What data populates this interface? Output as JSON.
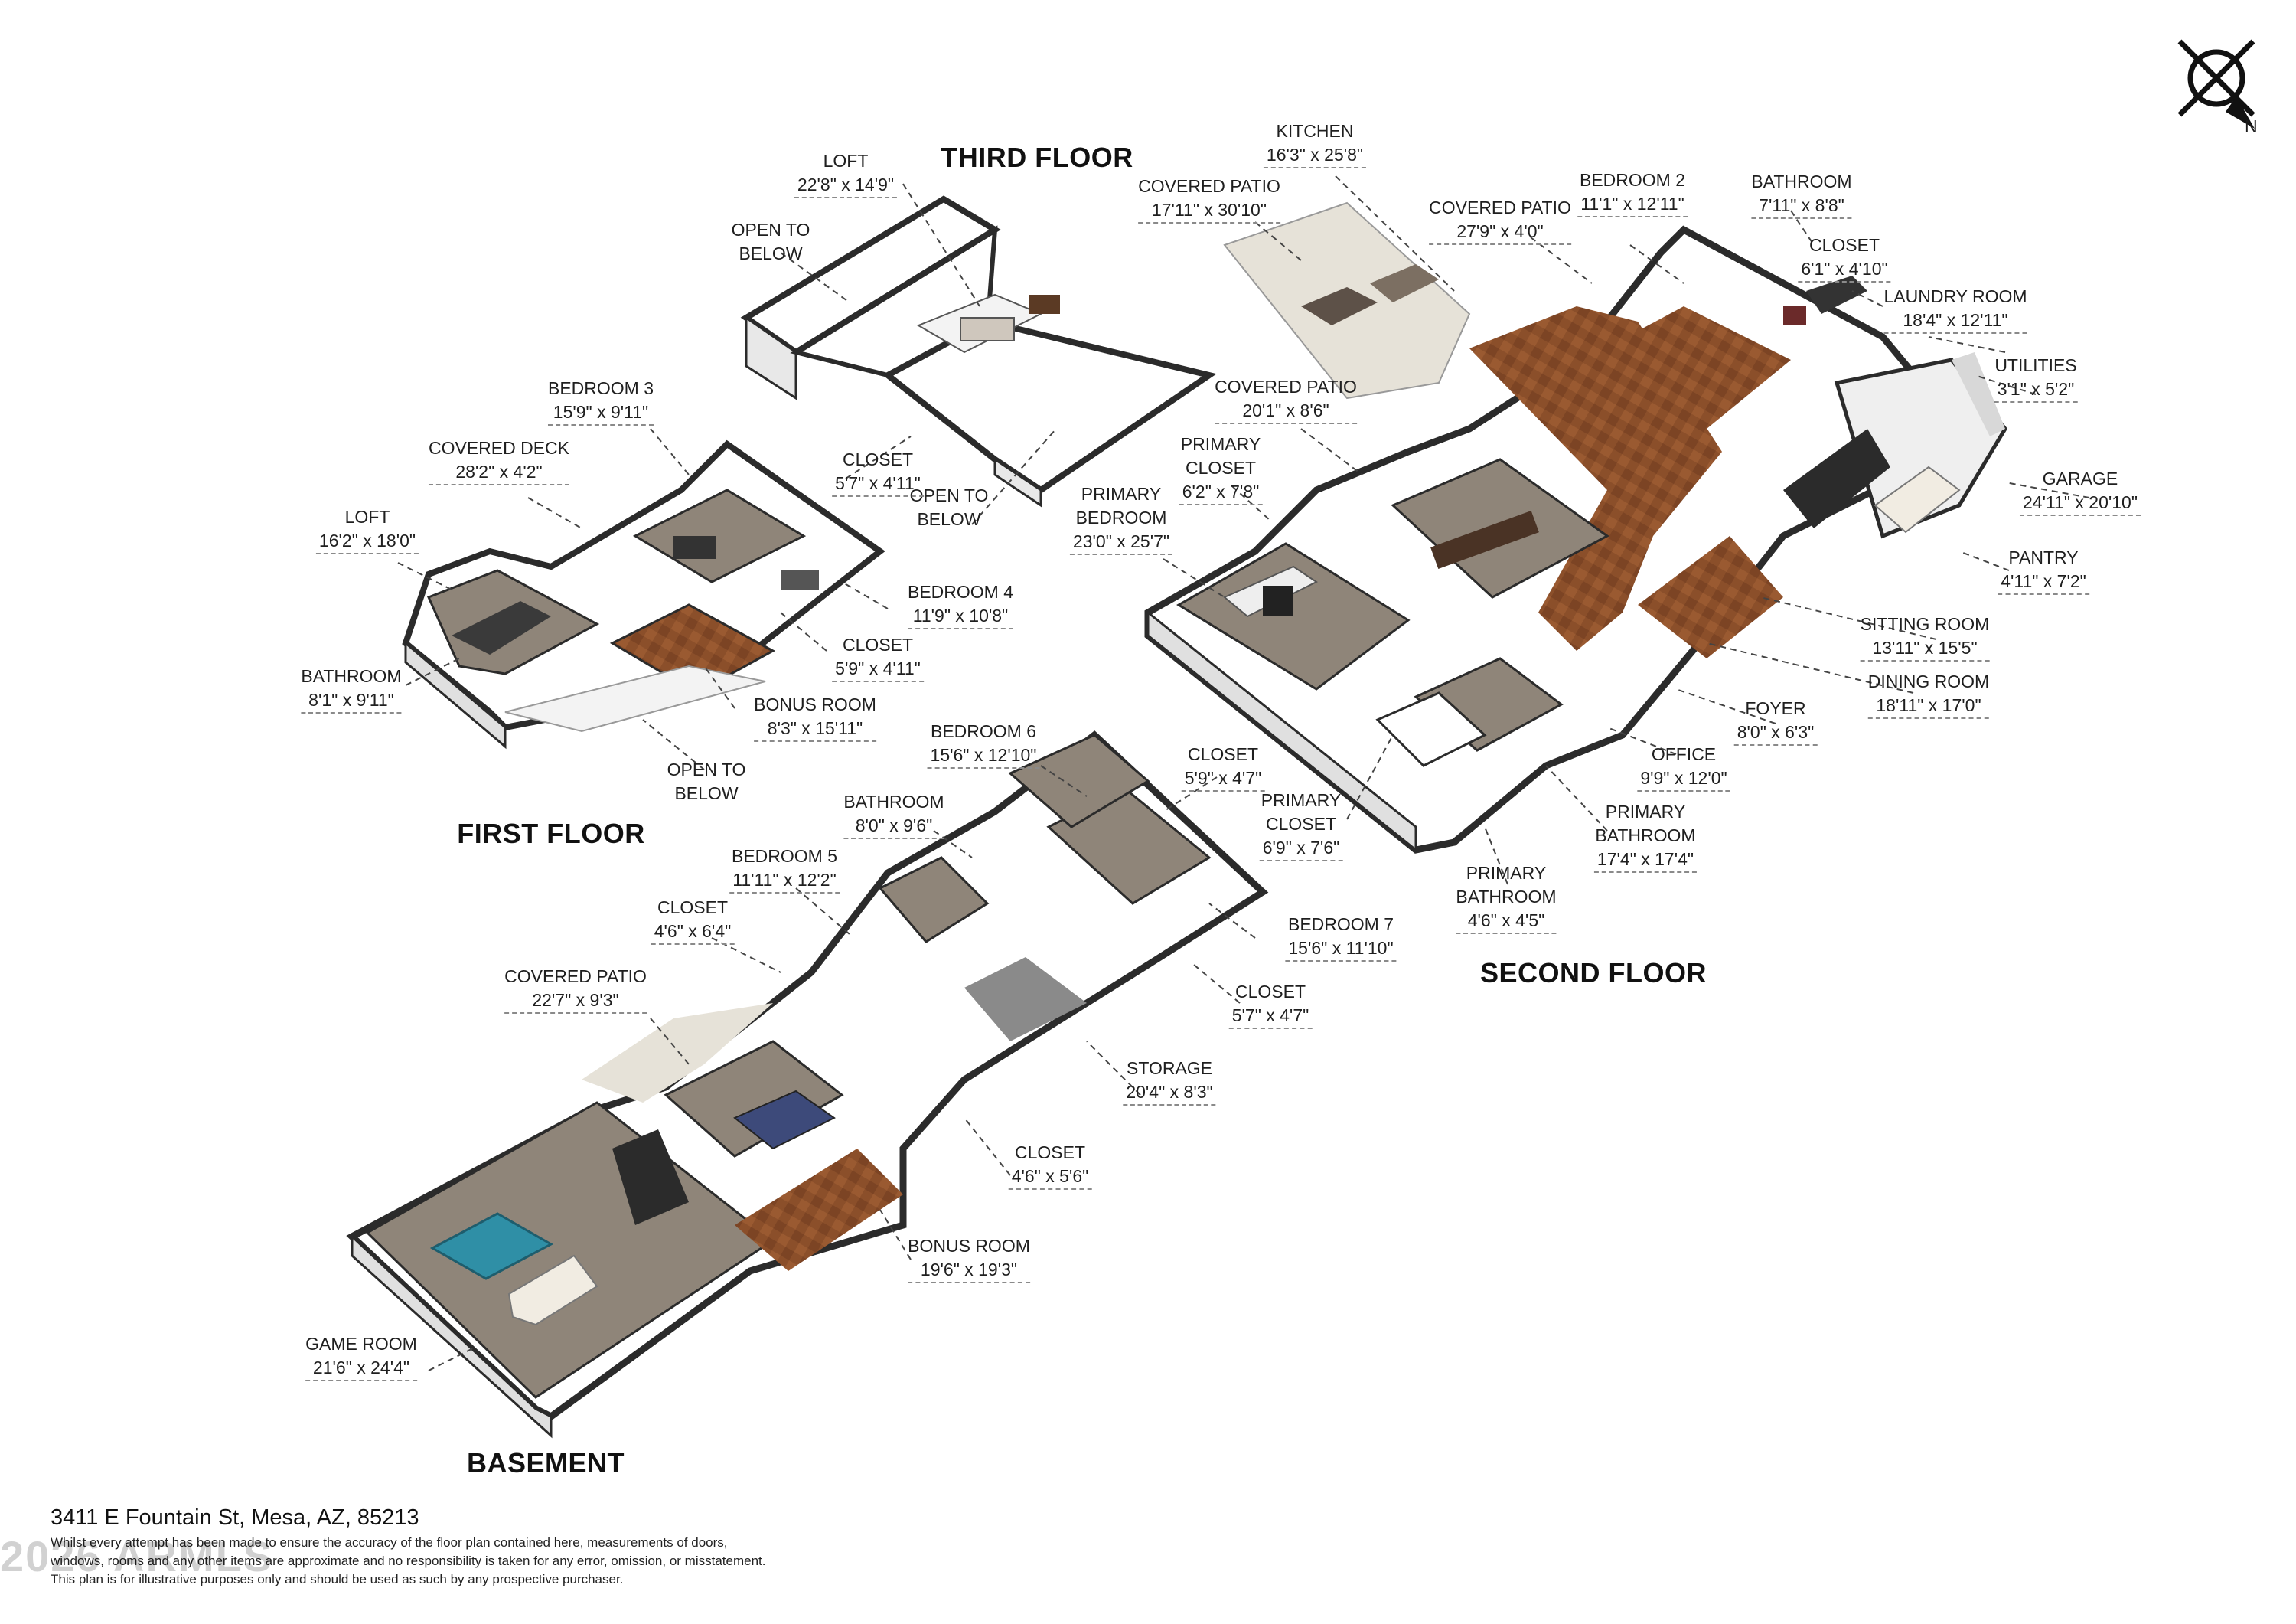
{
  "floors": {
    "third": "THIRD FLOOR",
    "first": "FIRST FLOOR",
    "second": "SECOND FLOOR",
    "basement": "BASEMENT"
  },
  "compass": {
    "letter": "N",
    "icon": "north-compass-icon"
  },
  "rooms": {
    "third_loft": {
      "name": "LOFT",
      "dim": "22'8\" x 14'9\""
    },
    "third_open_below": {
      "name": "OPEN TO\nBELOW"
    },
    "third_open_below_2": {
      "name": "OPEN TO\nBELOW"
    },
    "third_closet": {
      "name": "CLOSET",
      "dim": "5'7\" x 4'11\""
    },
    "first_bedroom3": {
      "name": "BEDROOM 3",
      "dim": "15'9\" x 9'11\""
    },
    "first_covered_deck": {
      "name": "COVERED DECK",
      "dim": "28'2\" x 4'2\""
    },
    "first_loft": {
      "name": "LOFT",
      "dim": "16'2\" x 18'0\""
    },
    "first_bathroom": {
      "name": "BATHROOM",
      "dim": "8'1\" x 9'11\""
    },
    "first_bedroom4": {
      "name": "BEDROOM 4",
      "dim": "11'9\" x 10'8\""
    },
    "first_closet": {
      "name": "CLOSET",
      "dim": "5'9\" x 4'11\""
    },
    "first_bonus_room": {
      "name": "BONUS ROOM",
      "dim": "8'3\" x 15'11\""
    },
    "first_open_below": {
      "name": "OPEN TO\nBELOW"
    },
    "second_kitchen": {
      "name": "KITCHEN",
      "dim": "16'3\" x 25'8\""
    },
    "second_covered_patio_a": {
      "name": "COVERED PATIO",
      "dim": "17'11\" x 30'10\""
    },
    "second_covered_patio_b": {
      "name": "COVERED PATIO",
      "dim": "27'9\" x 4'0\""
    },
    "second_bedroom2": {
      "name": "BEDROOM 2",
      "dim": "11'1\" x 12'11\""
    },
    "second_bathroom": {
      "name": "BATHROOM",
      "dim": "7'11\" x 8'8\""
    },
    "second_closet_a": {
      "name": "CLOSET",
      "dim": "6'1\" x 4'10\""
    },
    "second_laundry": {
      "name": "LAUNDRY ROOM",
      "dim": "18'4\" x 12'11\""
    },
    "second_utilities": {
      "name": "UTILITIES",
      "dim": "3'1\" x 5'2\""
    },
    "second_covered_patio_c": {
      "name": "COVERED PATIO",
      "dim": "20'1\" x 8'6\""
    },
    "second_garage": {
      "name": "GARAGE",
      "dim": "24'11\" x 20'10\""
    },
    "second_primary_closet_a": {
      "name": "PRIMARY\nCLOSET",
      "dim": "6'2\" x 7'8\""
    },
    "second_pantry": {
      "name": "PANTRY",
      "dim": "4'11\" x 7'2\""
    },
    "second_primary_bedroom": {
      "name": "PRIMARY\nBEDROOM",
      "dim": "23'0\" x 25'7\""
    },
    "second_sitting_room": {
      "name": "SITTING ROOM",
      "dim": "13'11\" x 15'5\""
    },
    "second_dining_room": {
      "name": "DINING ROOM",
      "dim": "18'11\" x 17'0\""
    },
    "second_foyer": {
      "name": "FOYER",
      "dim": "8'0\" x 6'3\""
    },
    "second_office": {
      "name": "OFFICE",
      "dim": "9'9\" x 12'0\""
    },
    "second_primary_closet_b": {
      "name": "PRIMARY\nCLOSET",
      "dim": "6'9\" x 7'6\""
    },
    "second_primary_bathroom_a": {
      "name": "PRIMARY\nBATHROOM",
      "dim": "17'4\" x 17'4\""
    },
    "second_primary_bathroom_b": {
      "name": "PRIMARY\nBATHROOM",
      "dim": "4'6\" x 4'5\""
    },
    "second_closet_b": {
      "name": "CLOSET",
      "dim": "5'9\" x 4'7\""
    },
    "basement_bedroom6": {
      "name": "BEDROOM 6",
      "dim": "15'6\" x 12'10\""
    },
    "basement_bathroom": {
      "name": "BATHROOM",
      "dim": "8'0\" x 9'6\""
    },
    "basement_bedroom5": {
      "name": "BEDROOM 5",
      "dim": "11'11\" x 12'2\""
    },
    "basement_closet_a": {
      "name": "CLOSET",
      "dim": "4'6\" x 6'4\""
    },
    "basement_bedroom7": {
      "name": "BEDROOM 7",
      "dim": "15'6\" x 11'10\""
    },
    "basement_closet_b": {
      "name": "CLOSET",
      "dim": "5'7\" x 4'7\""
    },
    "basement_covered_patio": {
      "name": "COVERED PATIO",
      "dim": "22'7\" x 9'3\""
    },
    "basement_storage": {
      "name": "STORAGE",
      "dim": "20'4\" x 8'3\""
    },
    "basement_closet_c": {
      "name": "CLOSET",
      "dim": "4'6\" x 5'6\""
    },
    "basement_bonus_room": {
      "name": "BONUS ROOM",
      "dim": "19'6\" x 19'3\""
    },
    "basement_game_room": {
      "name": "GAME ROOM",
      "dim": "21'6\" x 24'4\""
    }
  },
  "address": "3411 E Fountain St, Mesa, AZ, 85213",
  "disclaimer": [
    "Whilst every attempt has been made to ensure the accuracy of the floor plan contained here, measurements of doors,",
    "windows, rooms and any other items are approximate and no responsibility is taken for any error, omission, or misstatement.",
    "This plan is for illustrative purposes only and should be used as such by any prospective purchaser."
  ],
  "watermark": "2026 ARMLS"
}
